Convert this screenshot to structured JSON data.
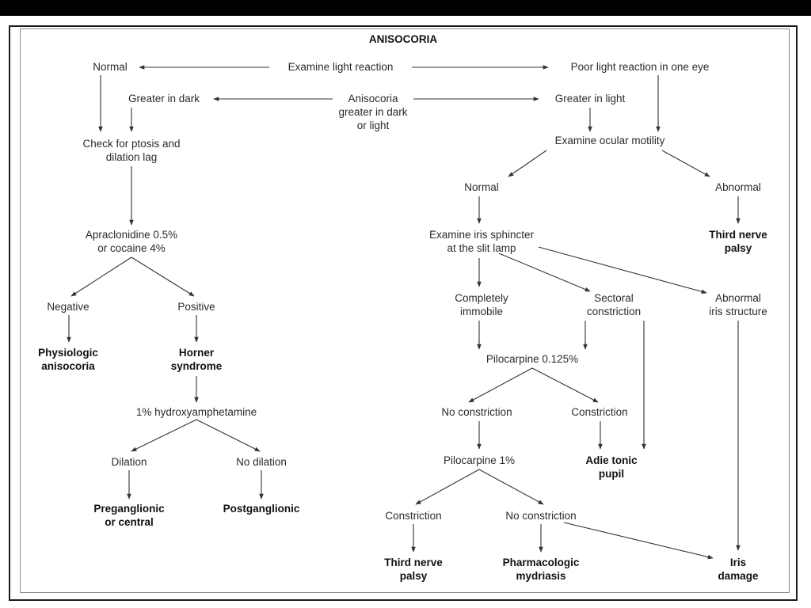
{
  "title": "ANISOCORIA",
  "nodes": {
    "examine_light": [
      "Examine light reaction"
    ],
    "normal_top": [
      "Normal"
    ],
    "poor_light": [
      "Poor light reaction in one eye"
    ],
    "greater_dark": [
      "Greater in dark"
    ],
    "aniso_dark_light": [
      "Anisocoria",
      "greater in dark",
      "or light"
    ],
    "greater_light": [
      "Greater in light"
    ],
    "check_ptosis": [
      "Check for ptosis and",
      "dilation lag"
    ],
    "examine_motility": [
      "Examine ocular motility"
    ],
    "normal_right": [
      "Normal"
    ],
    "abnormal_right": [
      "Abnormal"
    ],
    "third_nerve_top": [
      "Third nerve",
      "palsy"
    ],
    "apraclonidine": [
      "Apraclonidine 0.5%",
      "or cocaine 4%"
    ],
    "examine_iris": [
      "Examine iris sphincter",
      "at the slit lamp"
    ],
    "negative": [
      "Negative"
    ],
    "positive": [
      "Positive"
    ],
    "completely_immobile": [
      "Completely",
      "immobile"
    ],
    "sectoral": [
      "Sectoral",
      "constriction"
    ],
    "abnormal_iris": [
      "Abnormal",
      "iris structure"
    ],
    "physiologic": [
      "Physiologic",
      "anisocoria"
    ],
    "horner": [
      "Horner",
      "syndrome"
    ],
    "pilo_0125": [
      "Pilocarpine 0.125%"
    ],
    "hydroxyamphetamine": [
      "1% hydroxyamphetamine"
    ],
    "no_constriction_1": [
      "No constriction"
    ],
    "constriction_1": [
      "Constriction"
    ],
    "dilation": [
      "Dilation"
    ],
    "no_dilation": [
      "No dilation"
    ],
    "pilo_1": [
      "Pilocarpine 1%"
    ],
    "adie": [
      "Adie tonic",
      "pupil"
    ],
    "preganglionic": [
      "Preganglionic",
      "or central"
    ],
    "postganglionic": [
      "Postganglionic"
    ],
    "constriction_2": [
      "Constriction"
    ],
    "no_constriction_2": [
      "No constriction"
    ],
    "third_nerve_bottom": [
      "Third nerve",
      "palsy"
    ],
    "pharmacologic": [
      "Pharmacologic",
      "mydriasis"
    ],
    "iris_damage": [
      "Iris",
      "damage"
    ]
  },
  "colors": {
    "line": "#333333",
    "text": "#2b2b2b",
    "frame": "#1a1a1a"
  }
}
